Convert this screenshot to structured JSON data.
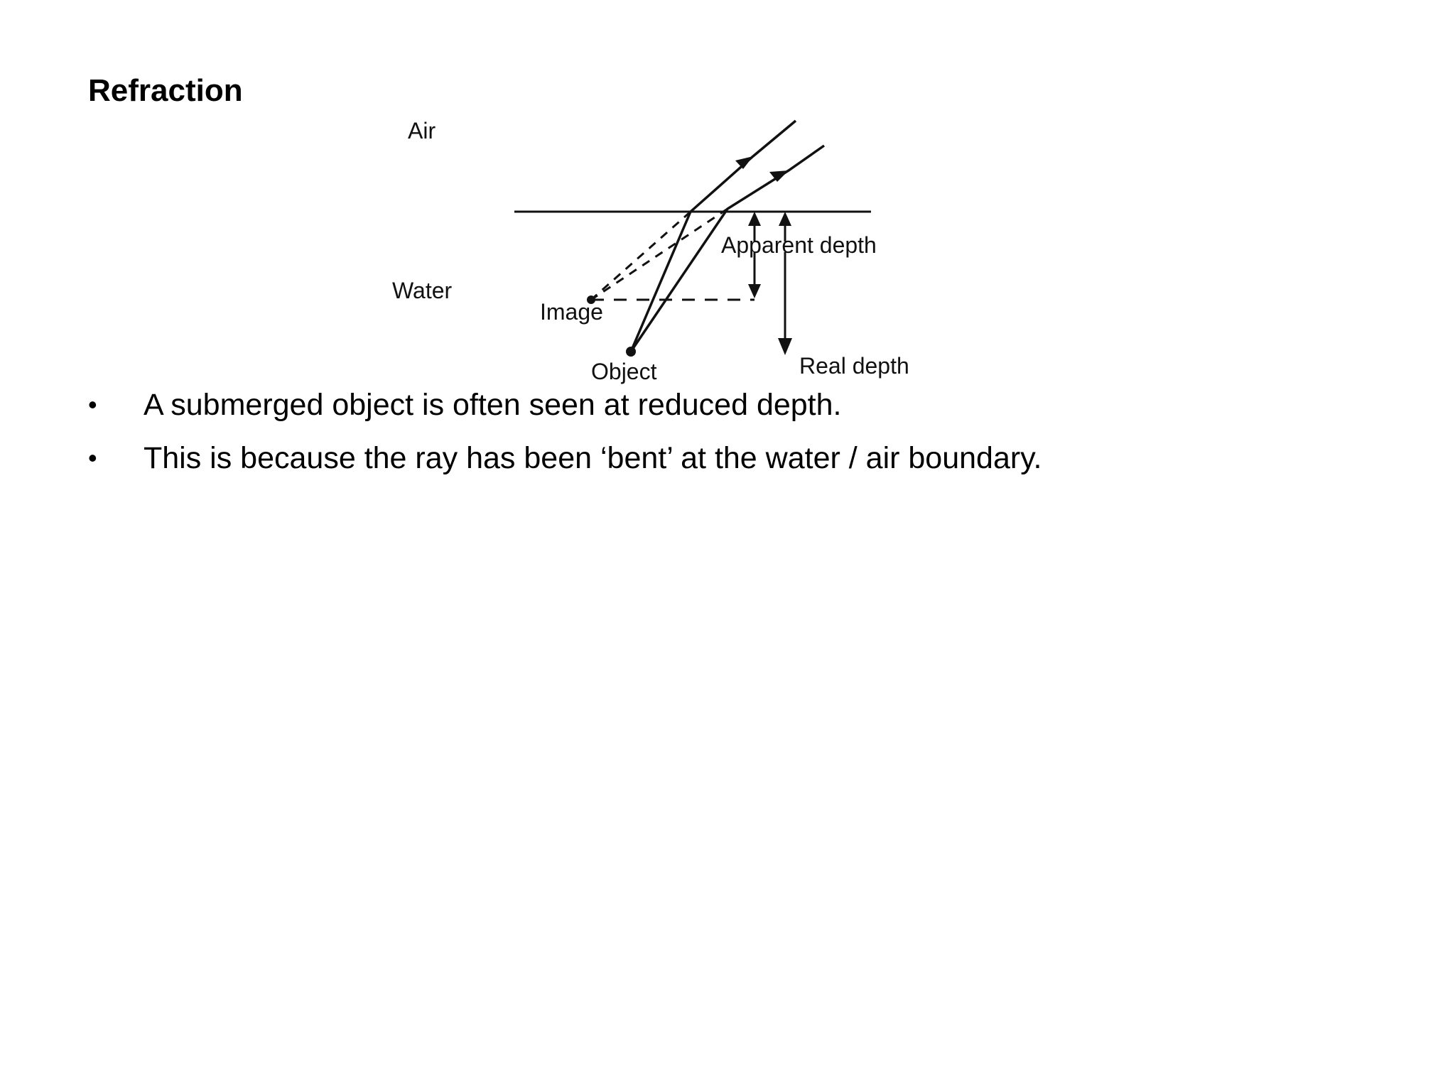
{
  "slide": {
    "title": "Refraction",
    "bullets": [
      "A submerged object is often seen at reduced depth.",
      "This is because the ray has been ‘bent’ at the water / air boundary."
    ],
    "bullet_symbol": "•"
  },
  "diagram": {
    "labels": {
      "air": "Air",
      "water": "Water",
      "image": "Image",
      "object": "Object",
      "apparent_depth": "Apparent depth",
      "real_depth": "Real depth"
    }
  }
}
